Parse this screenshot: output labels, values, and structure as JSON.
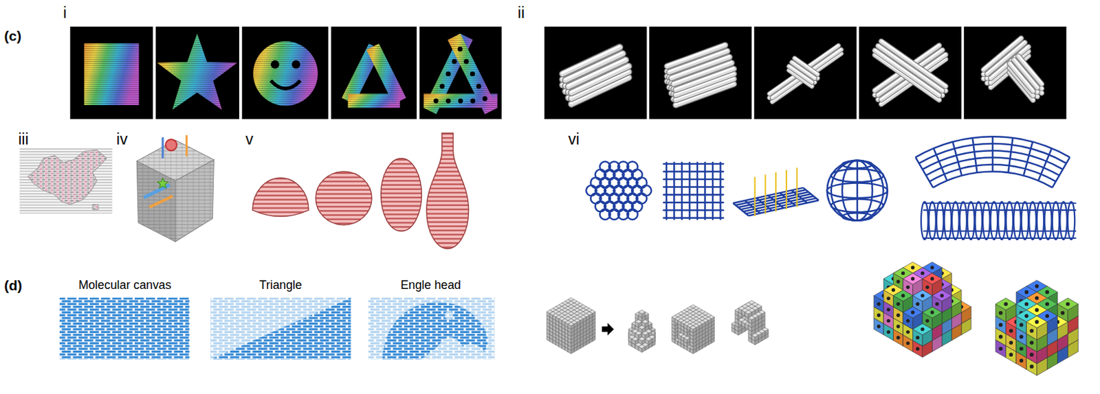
{
  "diagram": {
    "labels": [
      "(c)",
      "i",
      "ii",
      "iii",
      "iv",
      "v",
      "vi",
      "(d)",
      "Molecular canvas",
      "Triangle",
      "Engle head"
    ]
  }
}
